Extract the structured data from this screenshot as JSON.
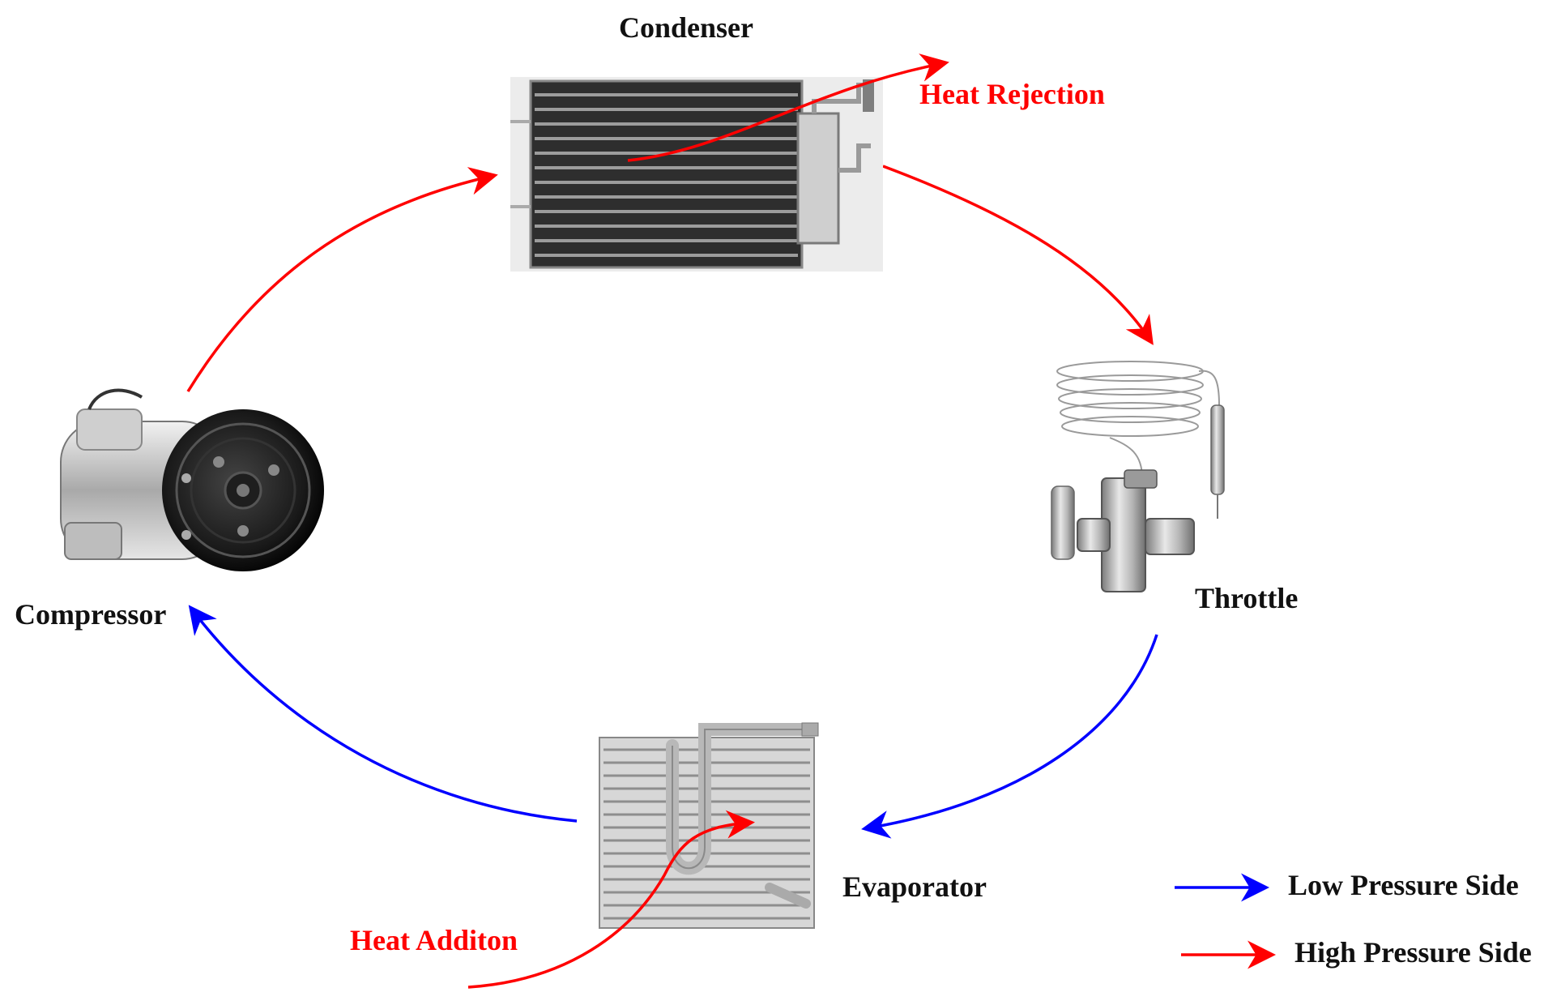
{
  "components": {
    "condenser": {
      "label": "Condenser",
      "icon": "condenser-icon"
    },
    "throttle": {
      "label": "Throttle",
      "icon": "expansion-valve-icon"
    },
    "evaporator": {
      "label": "Evaporator",
      "icon": "evaporator-icon"
    },
    "compressor": {
      "label": "Compressor",
      "icon": "compressor-icon"
    }
  },
  "heat": {
    "rejection": "Heat Rejection",
    "addition": "Heat Additon"
  },
  "legend": {
    "low": {
      "label": "Low Pressure Side",
      "color": "#0000ff"
    },
    "high": {
      "label": "High Pressure Side",
      "color": "#ff0000"
    }
  },
  "colors": {
    "high_pressure": "#ff0000",
    "low_pressure": "#0000ff",
    "text": "#111111"
  }
}
